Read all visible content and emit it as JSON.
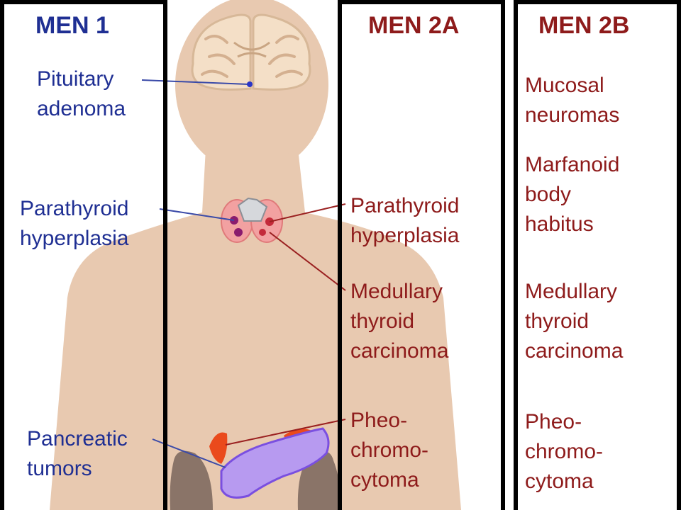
{
  "columns": {
    "men1": {
      "title": "MEN 1",
      "items": [
        "Pituitary\nadenoma",
        "Parathyroid\nhyperplasia",
        "Pancreatic\ntumors"
      ]
    },
    "men2a": {
      "title": "MEN 2A",
      "items": [
        "Parathyroid\nhyperplasia",
        "Medullary\nthyroid\ncarcinoma",
        "Pheo-\nchromo-\ncytoma"
      ]
    },
    "men2b": {
      "title": "MEN 2B",
      "items": [
        "Mucosal\nneuromas",
        "Marfanoid\nbody\nhabitus",
        "Medullary\nthyroid\ncarcinoma",
        "Pheo-\nchromo-\ncytoma"
      ]
    }
  },
  "colors": {
    "men1_text": "#1f2f93",
    "men2_text": "#8e1b1b",
    "body_silhouette": "#e8c9b0",
    "frame": "#000000"
  }
}
